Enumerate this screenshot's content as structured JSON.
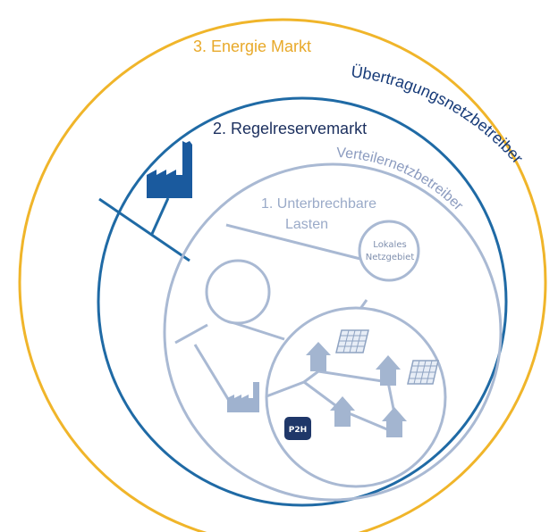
{
  "labels": {
    "market_3": "3. Energie Markt",
    "tso": "Übertragungsnetzbetreiber",
    "market_2": "2. Regelreservemarkt",
    "dso": "Verteilernetzbetreiber",
    "market_1_line1": "1.  Unterbrechbare",
    "market_1_line2": "Lasten",
    "local_line1": "Lokales",
    "local_line2": "Netzgebiet",
    "p2h": "P2H"
  },
  "colors": {
    "market_3_ring": "#f0b52a",
    "market_3_text": "#e8a92a",
    "tso_ring": "#1f6aa5",
    "tso_text": "#163a78",
    "market_2_text": "#1b2f5e",
    "dso_ring": "#a9b9d3",
    "dso_text": "#8b9bbf",
    "factory_large": "#1a5a9e",
    "factory_small": "#9fb2cf",
    "house": "#a3b5d0",
    "p2h_box": "#1f3769",
    "p2h_text": "#ffffff"
  }
}
